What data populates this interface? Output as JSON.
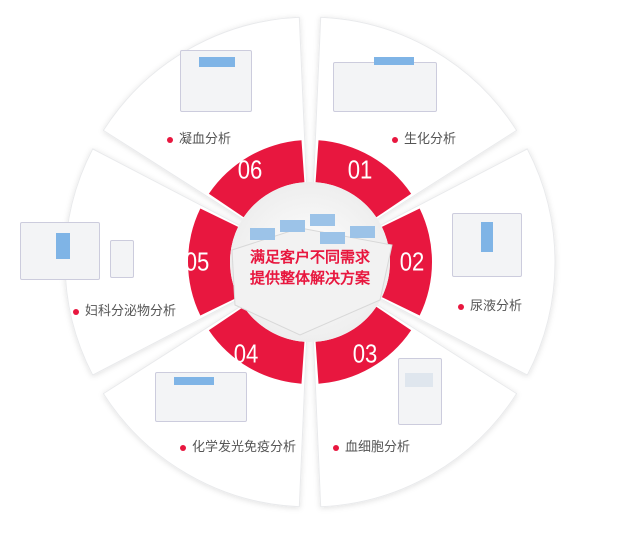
{
  "center": {
    "line1": "满足客户不同需求",
    "line2": "提供整体解决方案"
  },
  "segments": [
    {
      "num": "01",
      "label": "生化分析"
    },
    {
      "num": "02",
      "label": "尿液分析"
    },
    {
      "num": "03",
      "label": "血细胞分析"
    },
    {
      "num": "04",
      "label": "化学发光免疫分析"
    },
    {
      "num": "05",
      "label": "妇科分泌物分析"
    },
    {
      "num": "06",
      "label": "凝血分析"
    }
  ],
  "colors": {
    "accent": "#e8173f",
    "gap": "#e3e4e6"
  }
}
